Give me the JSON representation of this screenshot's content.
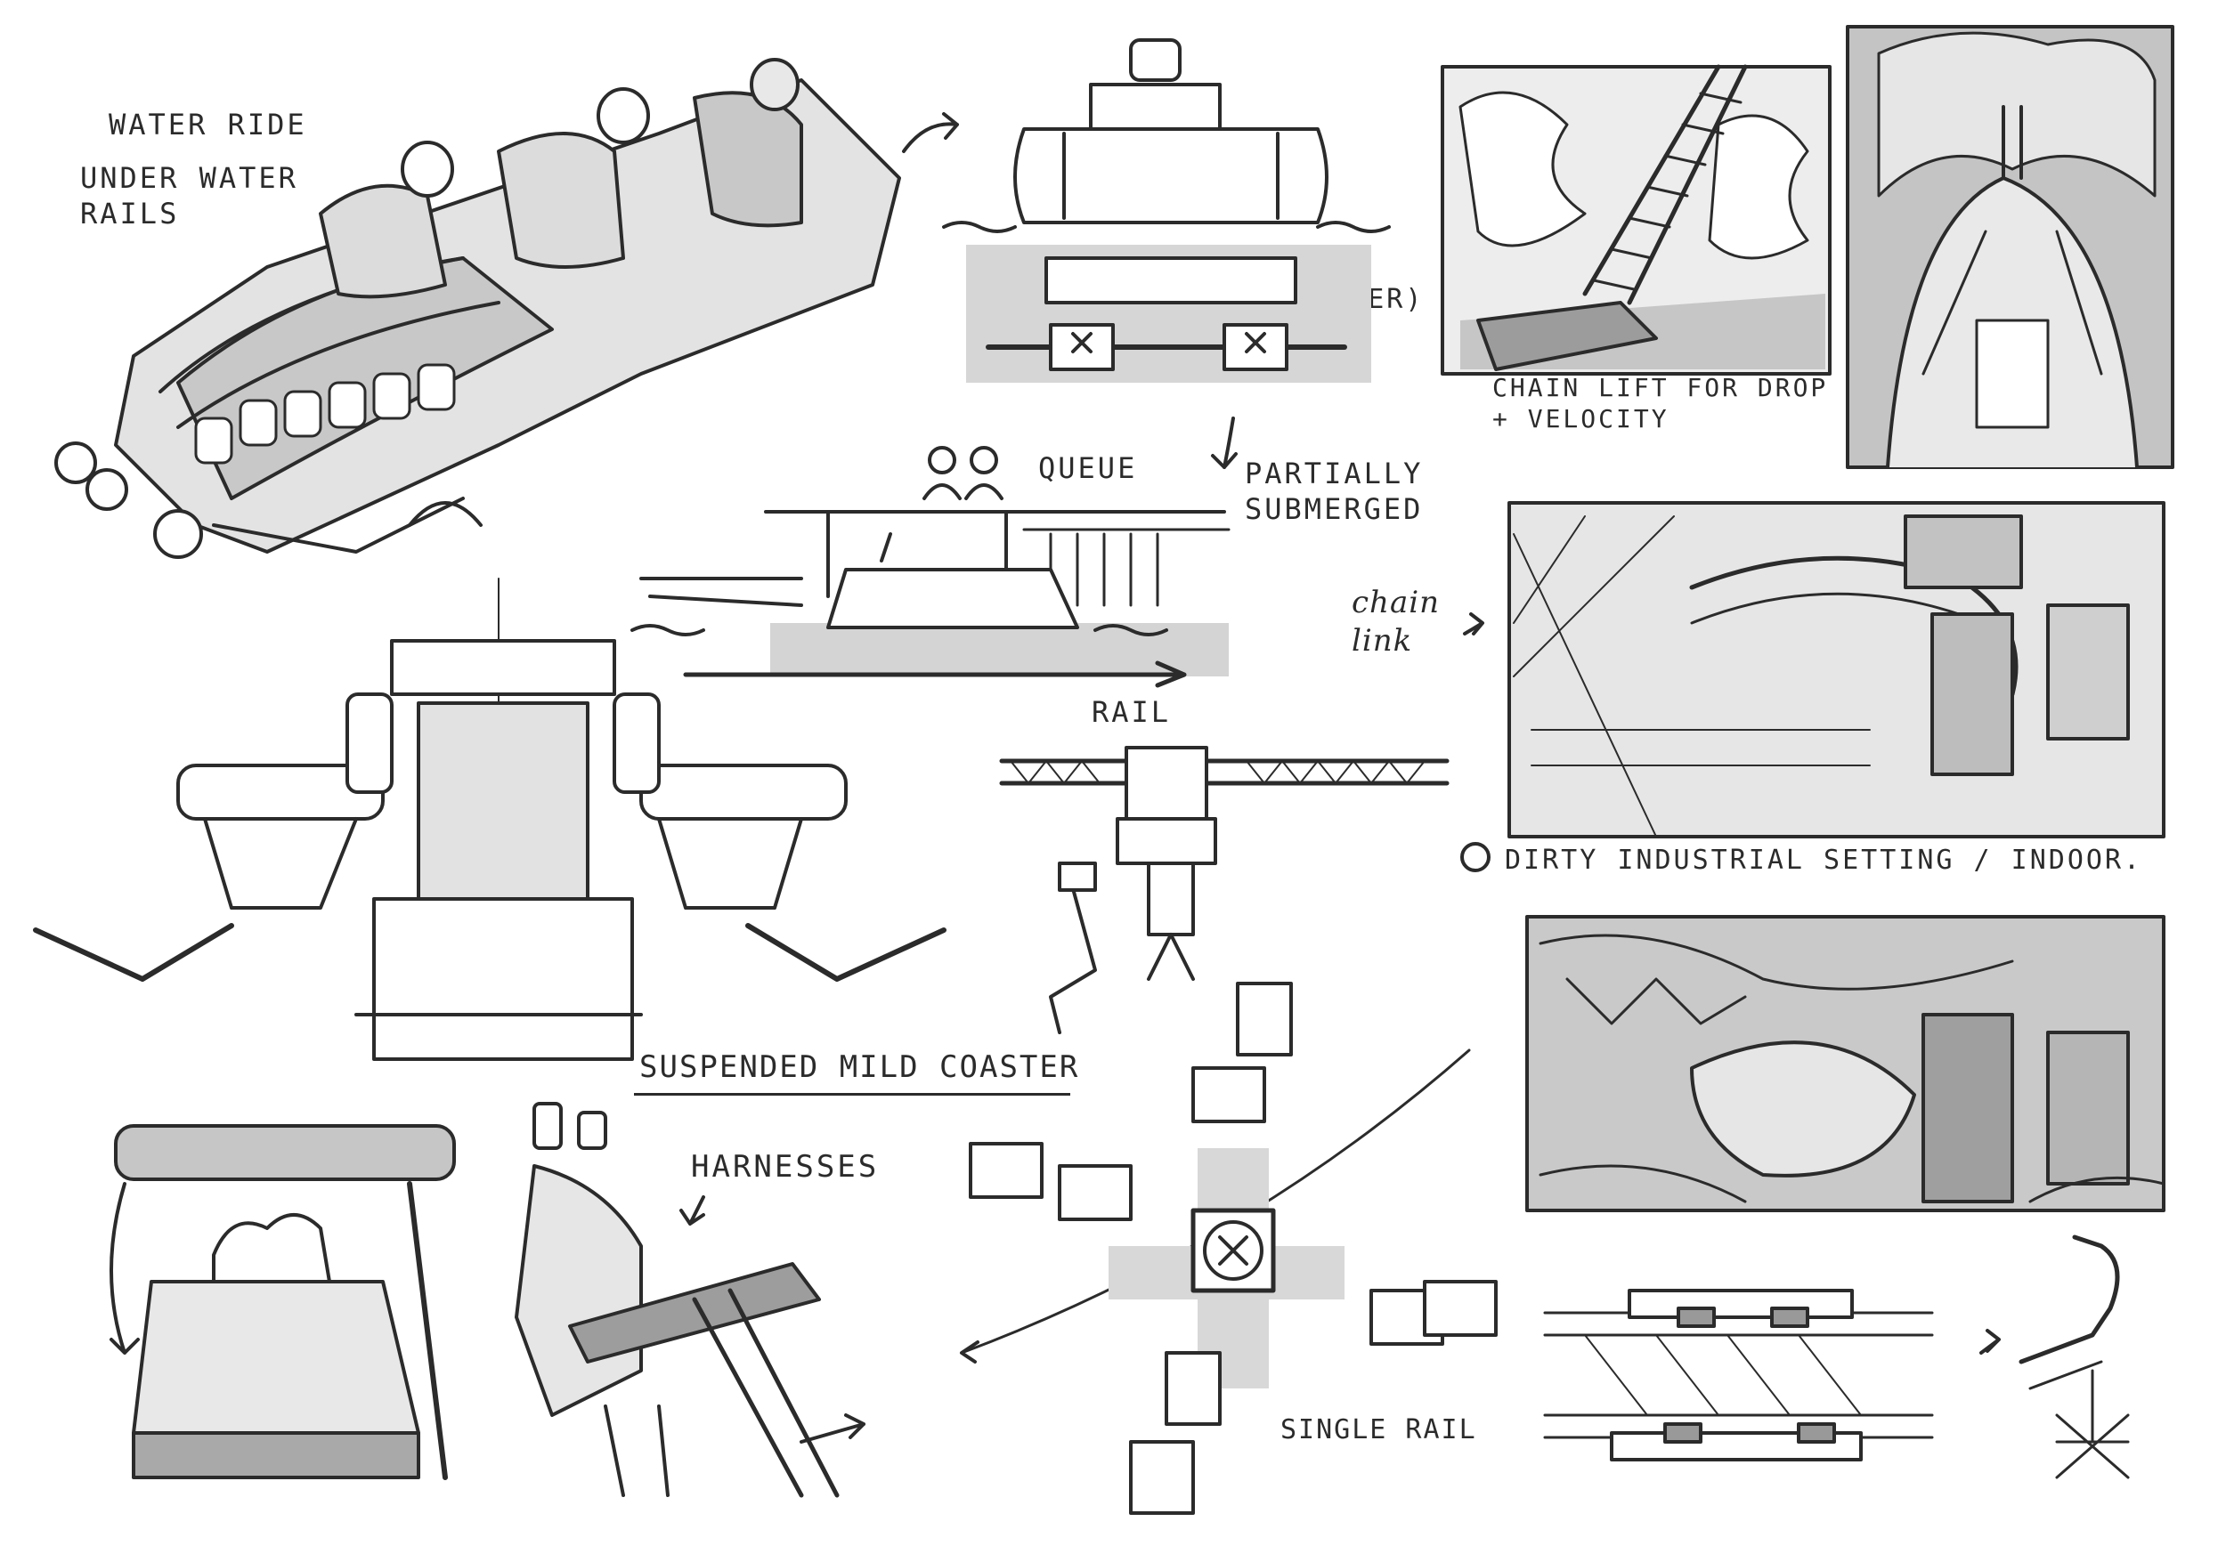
{
  "labels": {
    "water_ride": "WATER RIDE",
    "under_water_rails": "UNDER WATER\nRAILS",
    "water": "(WATER)",
    "chain_lift": "CHAIN LIFT FOR DROP\n+ VELOCITY",
    "queue": "QUEUE",
    "partially_submerged": "PARTIALLY\nSUBMERGED",
    "chain_link": "chain\nlink",
    "rail": "RAIL",
    "dirty_industrial": "DIRTY INDUSTRIAL SETTING / INDOOR.",
    "suspended_mild_coaster": "SUSPENDED MILD COASTER",
    "harnesses": "HARNESSES",
    "single_rail": "SINGLE RAIL"
  },
  "colors": {
    "ink": "#2b2b2b",
    "tone_dark": "#bdbdbd",
    "tone_light": "#dedede",
    "paper": "#ffffff"
  }
}
